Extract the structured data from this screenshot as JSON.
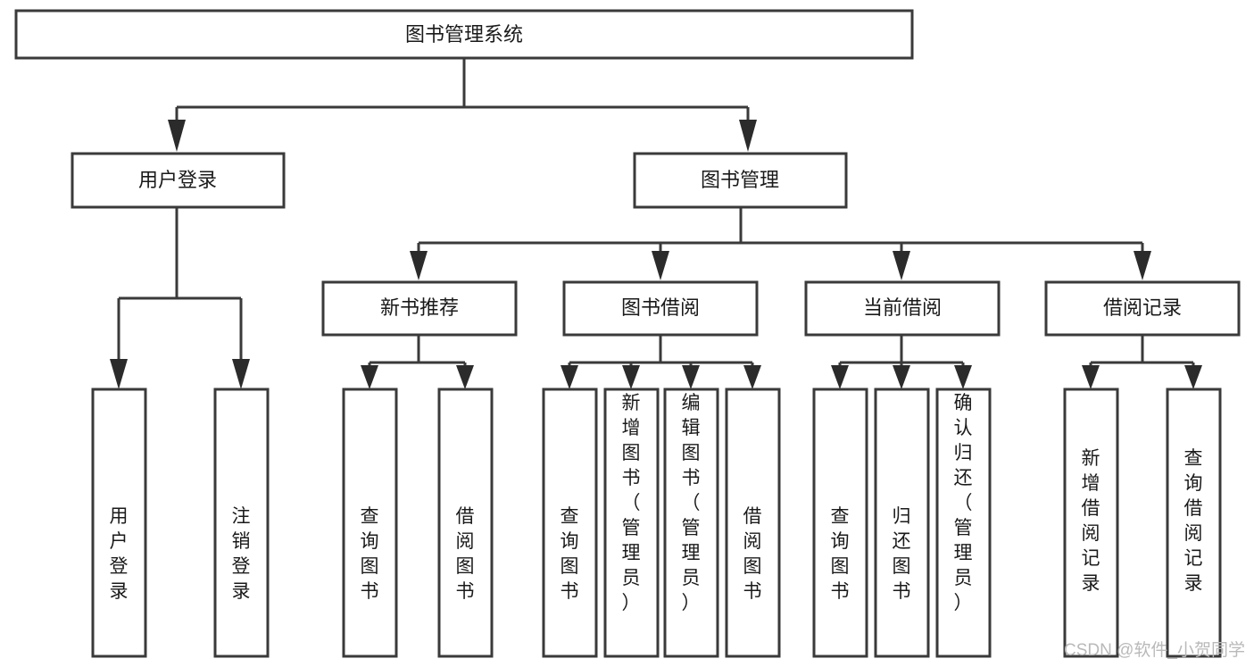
{
  "diagram": {
    "type": "tree",
    "title": "图书管理系统",
    "watermark": "CSDN @软件_小贺同学",
    "colors": {
      "box_fill": "#ffffff",
      "box_stroke": "#3a3a3a",
      "connector": "#3a3a3a",
      "arrow": "#2b2b2b",
      "text": "#1a1a1a",
      "watermark": "#b9b9b9",
      "background": "#ffffff"
    },
    "levels": {
      "root": {
        "label": "图书管理系统"
      },
      "level2": [
        {
          "label": "用户登录"
        },
        {
          "label": "图书管理"
        }
      ],
      "level3": [
        {
          "label": "新书推荐"
        },
        {
          "label": "图书借阅"
        },
        {
          "label": "当前借阅"
        },
        {
          "label": "借阅记录"
        }
      ],
      "leaves_user_login": [
        {
          "label": "用户登录"
        },
        {
          "label": "注销登录"
        }
      ],
      "leaves_new_book": [
        {
          "label": "查询图书"
        },
        {
          "label": "借阅图书"
        }
      ],
      "leaves_borrow": [
        {
          "label": "查询图书"
        },
        {
          "label": "新增图书（管理员）"
        },
        {
          "label": "编辑图书（管理员）"
        },
        {
          "label": "借阅图书"
        }
      ],
      "leaves_current": [
        {
          "label": "查询图书"
        },
        {
          "label": "归还图书"
        },
        {
          "label": "确认归还（管理员）"
        }
      ],
      "leaves_records": [
        {
          "label": "新增借阅记录"
        },
        {
          "label": "查询借阅记录"
        }
      ]
    }
  }
}
